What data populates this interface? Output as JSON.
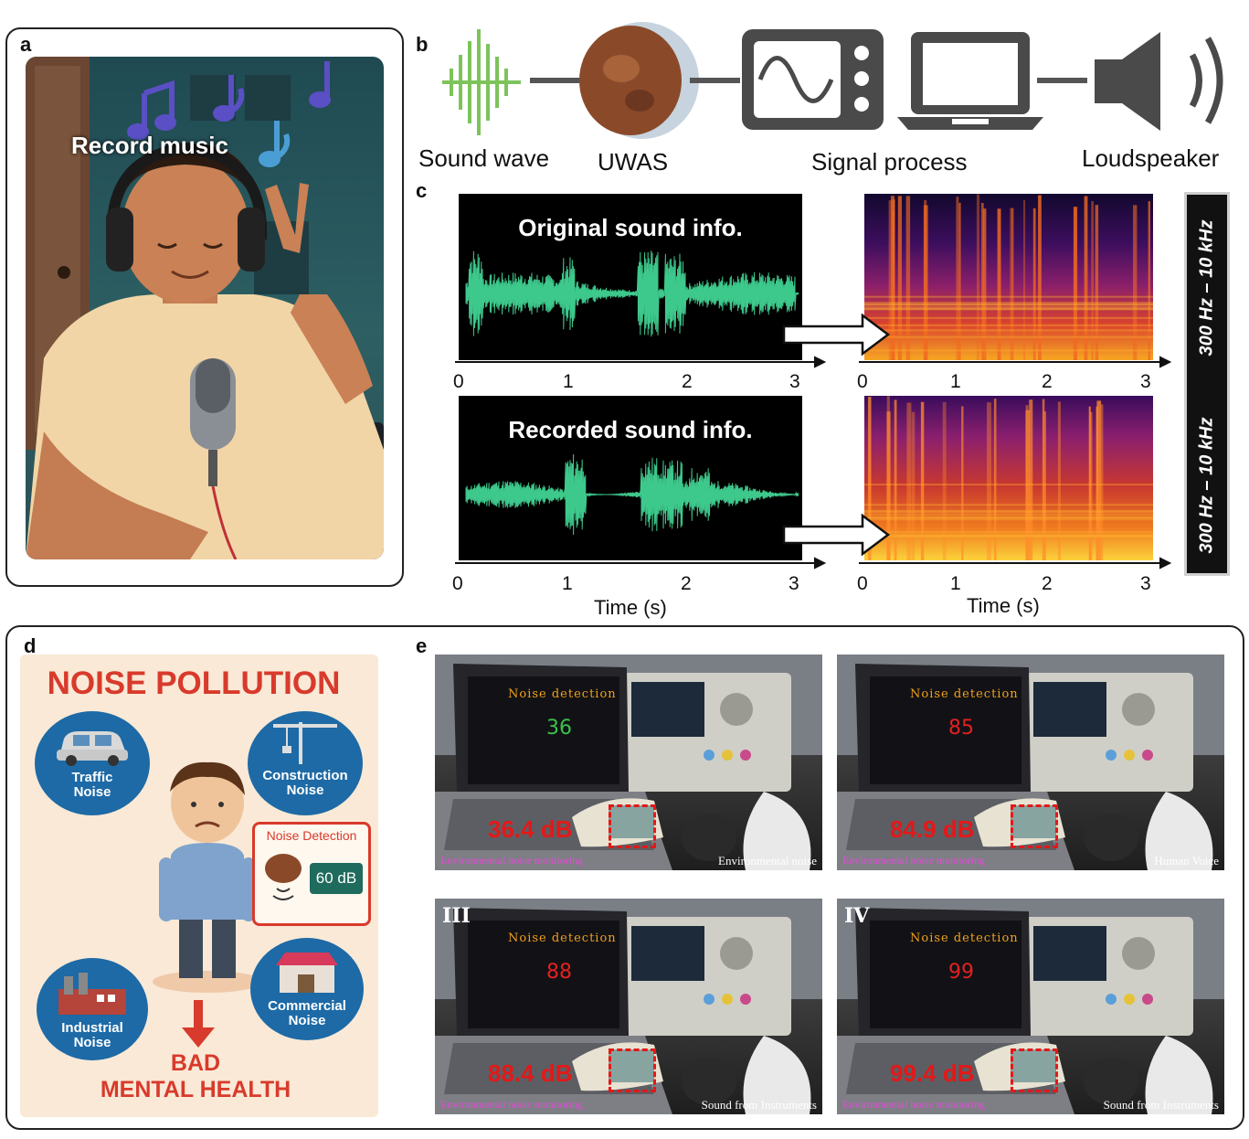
{
  "panels": {
    "a": "a",
    "b": "b",
    "c": "c",
    "d": "d",
    "e": "e"
  },
  "panel_a": {
    "caption": "Record music"
  },
  "panel_b": {
    "steps": [
      "Sound wave",
      "UWAS",
      "Signal process",
      "Loudspeaker"
    ]
  },
  "panel_c": {
    "original_title": "Original sound info.",
    "recorded_title": "Recorded sound info.",
    "time_ticks": [
      "0",
      "1",
      "2",
      "3"
    ],
    "xlabel": "Time (s)",
    "freq_range": "300 Hz – 10 kHz"
  },
  "panel_d": {
    "title": "NOISE POLLUTION",
    "traffic": [
      "Traffic",
      "Noise"
    ],
    "construction": [
      "Construction",
      "Noise"
    ],
    "industrial": [
      "Industrial",
      "Noise"
    ],
    "commercial": [
      "Commercial",
      "Noise"
    ],
    "detection_label": "Noise Detection",
    "detection_value": "60 dB",
    "outcome": [
      "BAD",
      "MENTAL HEALTH"
    ]
  },
  "panel_e": {
    "screen_title": "Noise detection",
    "shots": [
      {
        "roman": "",
        "screen_value": "36",
        "meter": "36.4 dB",
        "left_caption": "Environmental noise monitoring",
        "right_caption": "Environmental noise",
        "value_color": "#39c24a"
      },
      {
        "roman": "",
        "screen_value": "85",
        "meter": "84.9 dB",
        "left_caption": "Environmental noise monitoring",
        "right_caption": "Human Voice",
        "value_color": "#e42020"
      },
      {
        "roman": "III",
        "screen_value": "88",
        "meter": "88.4 dB",
        "left_caption": "Environmental noise monitoring",
        "right_caption": "Sound from Instruments",
        "value_color": "#e42020"
      },
      {
        "roman": "IV",
        "screen_value": "99",
        "meter": "99.4 dB",
        "left_caption": "Environmental noise monitoring",
        "right_caption": "Sound from Instruments",
        "value_color": "#e42020"
      }
    ]
  }
}
